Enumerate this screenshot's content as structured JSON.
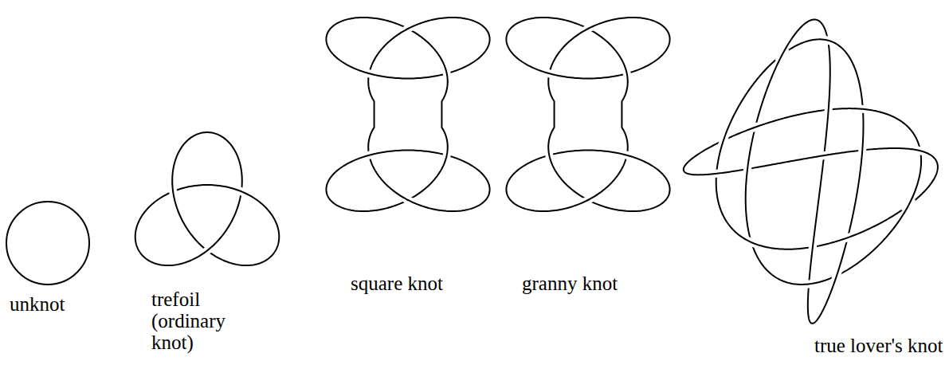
{
  "diagram": {
    "labels": [
      "unknot",
      "trefoil (ordinary knot)",
      "square knot",
      "granny knot",
      "true lover's knot"
    ]
  }
}
